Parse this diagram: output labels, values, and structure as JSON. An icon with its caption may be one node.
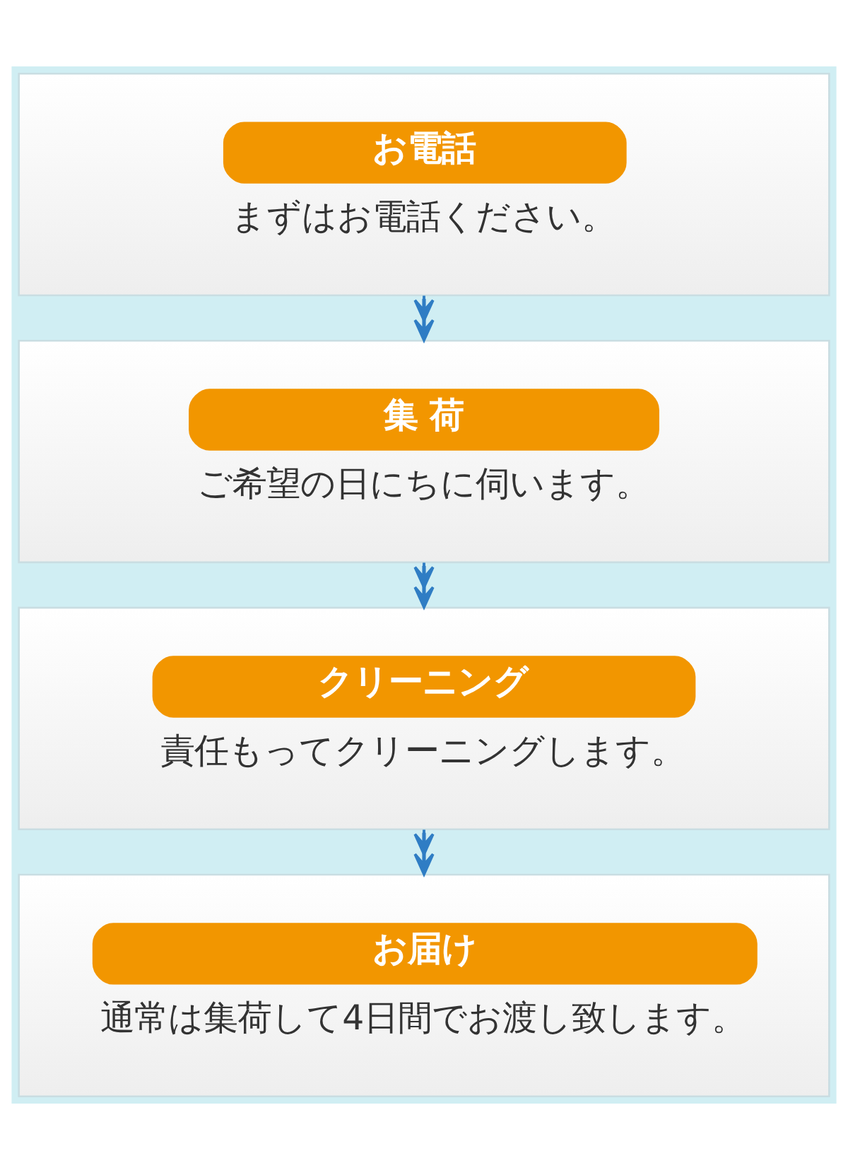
{
  "diagram": {
    "nodes": [
      {
        "text": [
          "お電話",
          "まずはお電話ください。"
        ]
      },
      {
        "text": [
          "集 荷",
          "ご希望の日にちに伺います。"
        ]
      },
      {
        "text": [
          "クリーニング",
          "責任もってクリーニングします。"
        ]
      },
      {
        "text": [
          "お届け",
          "通常は集荷して4日間でお渡し致します。"
        ]
      }
    ],
    "edges": [
      {
        "from": 0,
        "to": 1,
        "arrow": "to"
      },
      {
        "from": 1,
        "to": 2,
        "arrow": "to"
      },
      {
        "from": 2,
        "to": 3,
        "arrow": "to"
      }
    ]
  }
}
